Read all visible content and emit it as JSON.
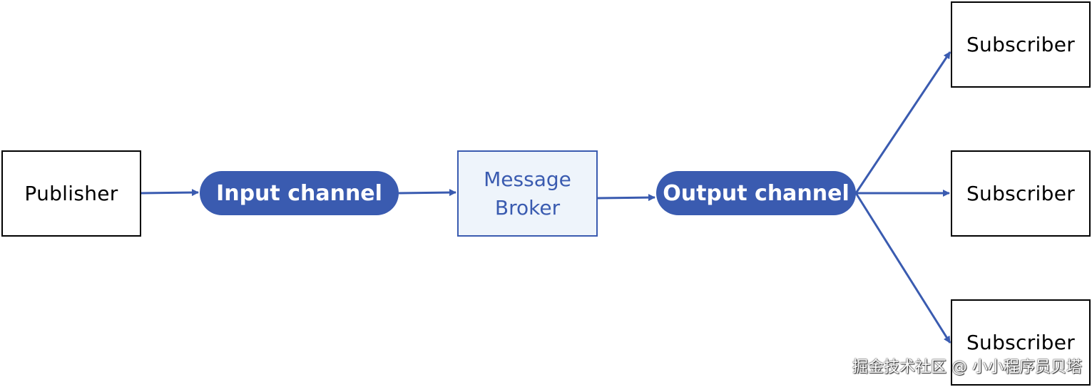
{
  "nodes": {
    "publisher": "Publisher",
    "input_channel": "Input channel",
    "broker_line1": "Message",
    "broker_line2": "Broker",
    "output_channel": "Output channel",
    "subscribers": [
      "Subscriber",
      "Subscriber",
      "Subscriber"
    ]
  },
  "watermark": "掘金技术社区 @ 小小程序员贝塔",
  "colors": {
    "accent": "#3a5bb0",
    "broker_fill": "#eef4fb",
    "box_border": "#000000",
    "arrow": "#3a5bb0"
  }
}
